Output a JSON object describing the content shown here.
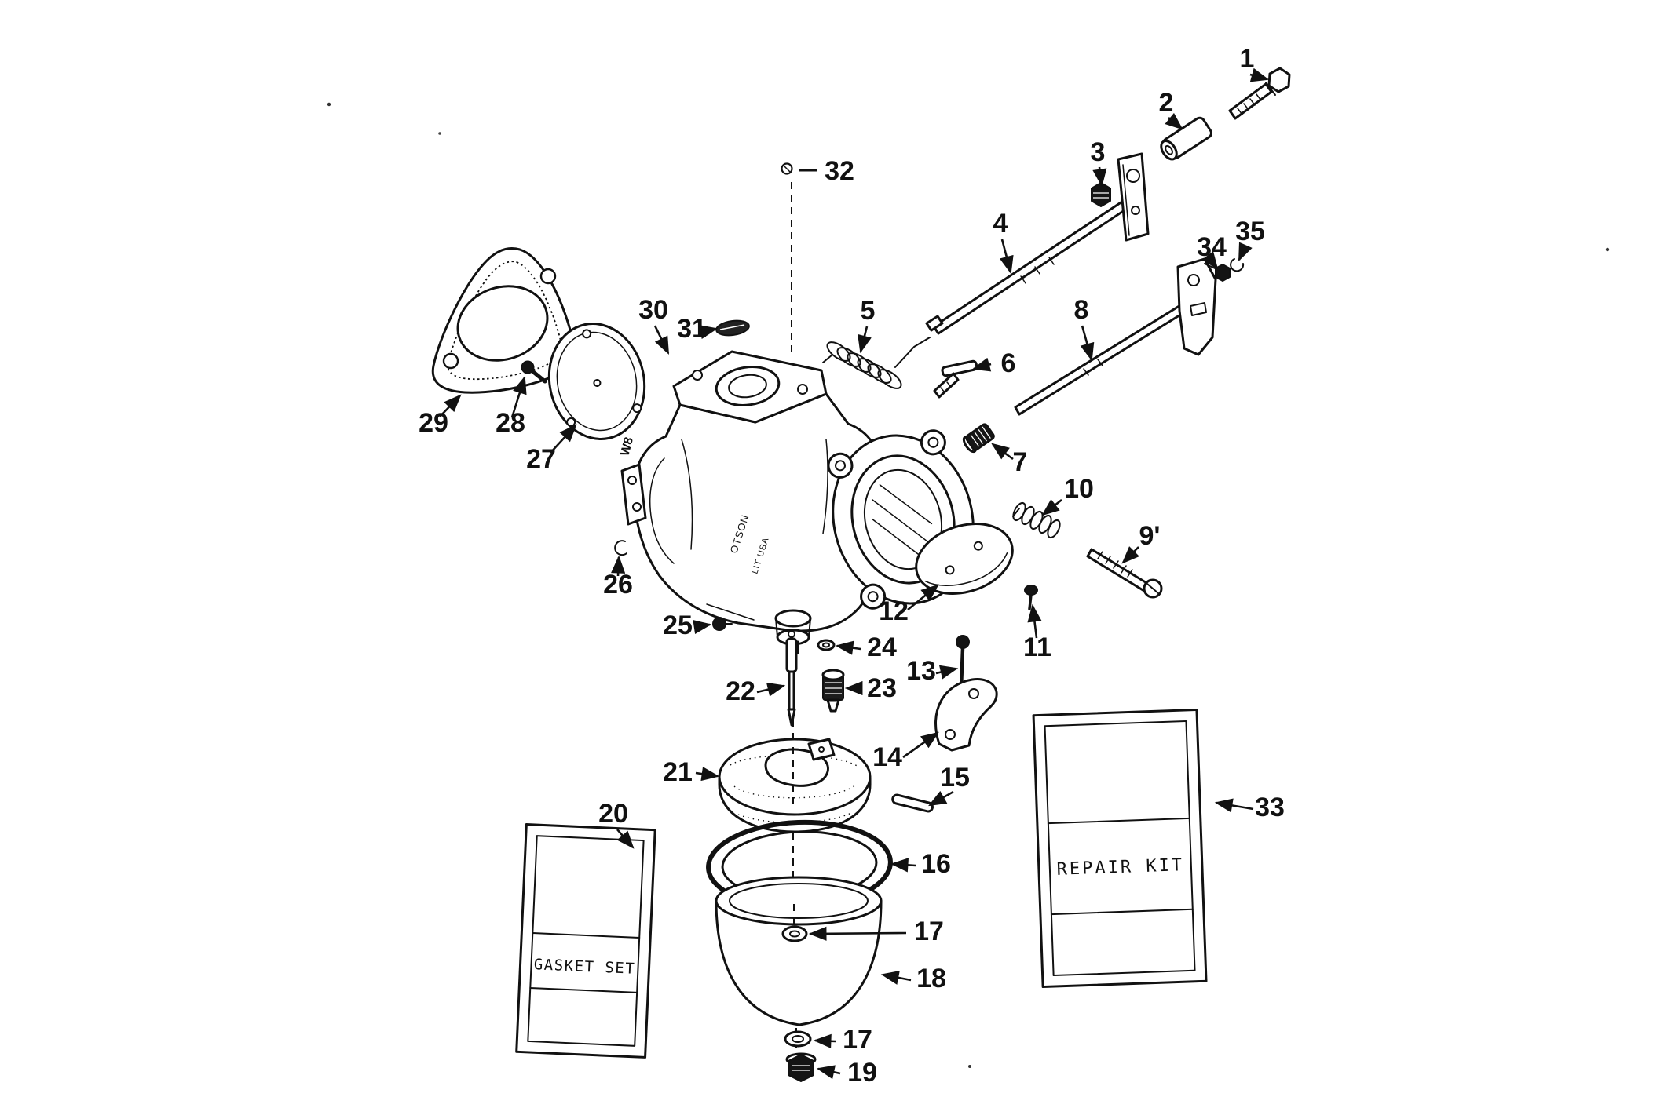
{
  "page": {
    "background": "#ffffff",
    "ink": "#111111"
  },
  "diagram": {
    "callouts": [
      {
        "label": "1"
      },
      {
        "label": "2"
      },
      {
        "label": "3"
      },
      {
        "label": "4"
      },
      {
        "label": "5"
      },
      {
        "label": "6"
      },
      {
        "label": "7"
      },
      {
        "label": "8"
      },
      {
        "label": "9'"
      },
      {
        "label": "10"
      },
      {
        "label": "11"
      },
      {
        "label": "12"
      },
      {
        "label": "13"
      },
      {
        "label": "14"
      },
      {
        "label": "15"
      },
      {
        "label": "16"
      },
      {
        "label": "17"
      },
      {
        "label": "18"
      },
      {
        "label": "17"
      },
      {
        "label": "19"
      },
      {
        "label": "20"
      },
      {
        "label": "21"
      },
      {
        "label": "22"
      },
      {
        "label": "23"
      },
      {
        "label": "24"
      },
      {
        "label": "25"
      },
      {
        "label": "26"
      },
      {
        "label": "27"
      },
      {
        "label": "28"
      },
      {
        "label": "29"
      },
      {
        "label": "30"
      },
      {
        "label": "31"
      },
      {
        "label": "32"
      },
      {
        "label": "33"
      },
      {
        "label": "34"
      },
      {
        "label": "35"
      }
    ],
    "sheets": {
      "gasket_set": {
        "label": "GASKET SET"
      },
      "repair_kit": {
        "label": "REPAIR KIT"
      }
    },
    "body_markings": {
      "m1": "W8",
      "m2": "OTSON",
      "m3": "LIT USA"
    }
  }
}
